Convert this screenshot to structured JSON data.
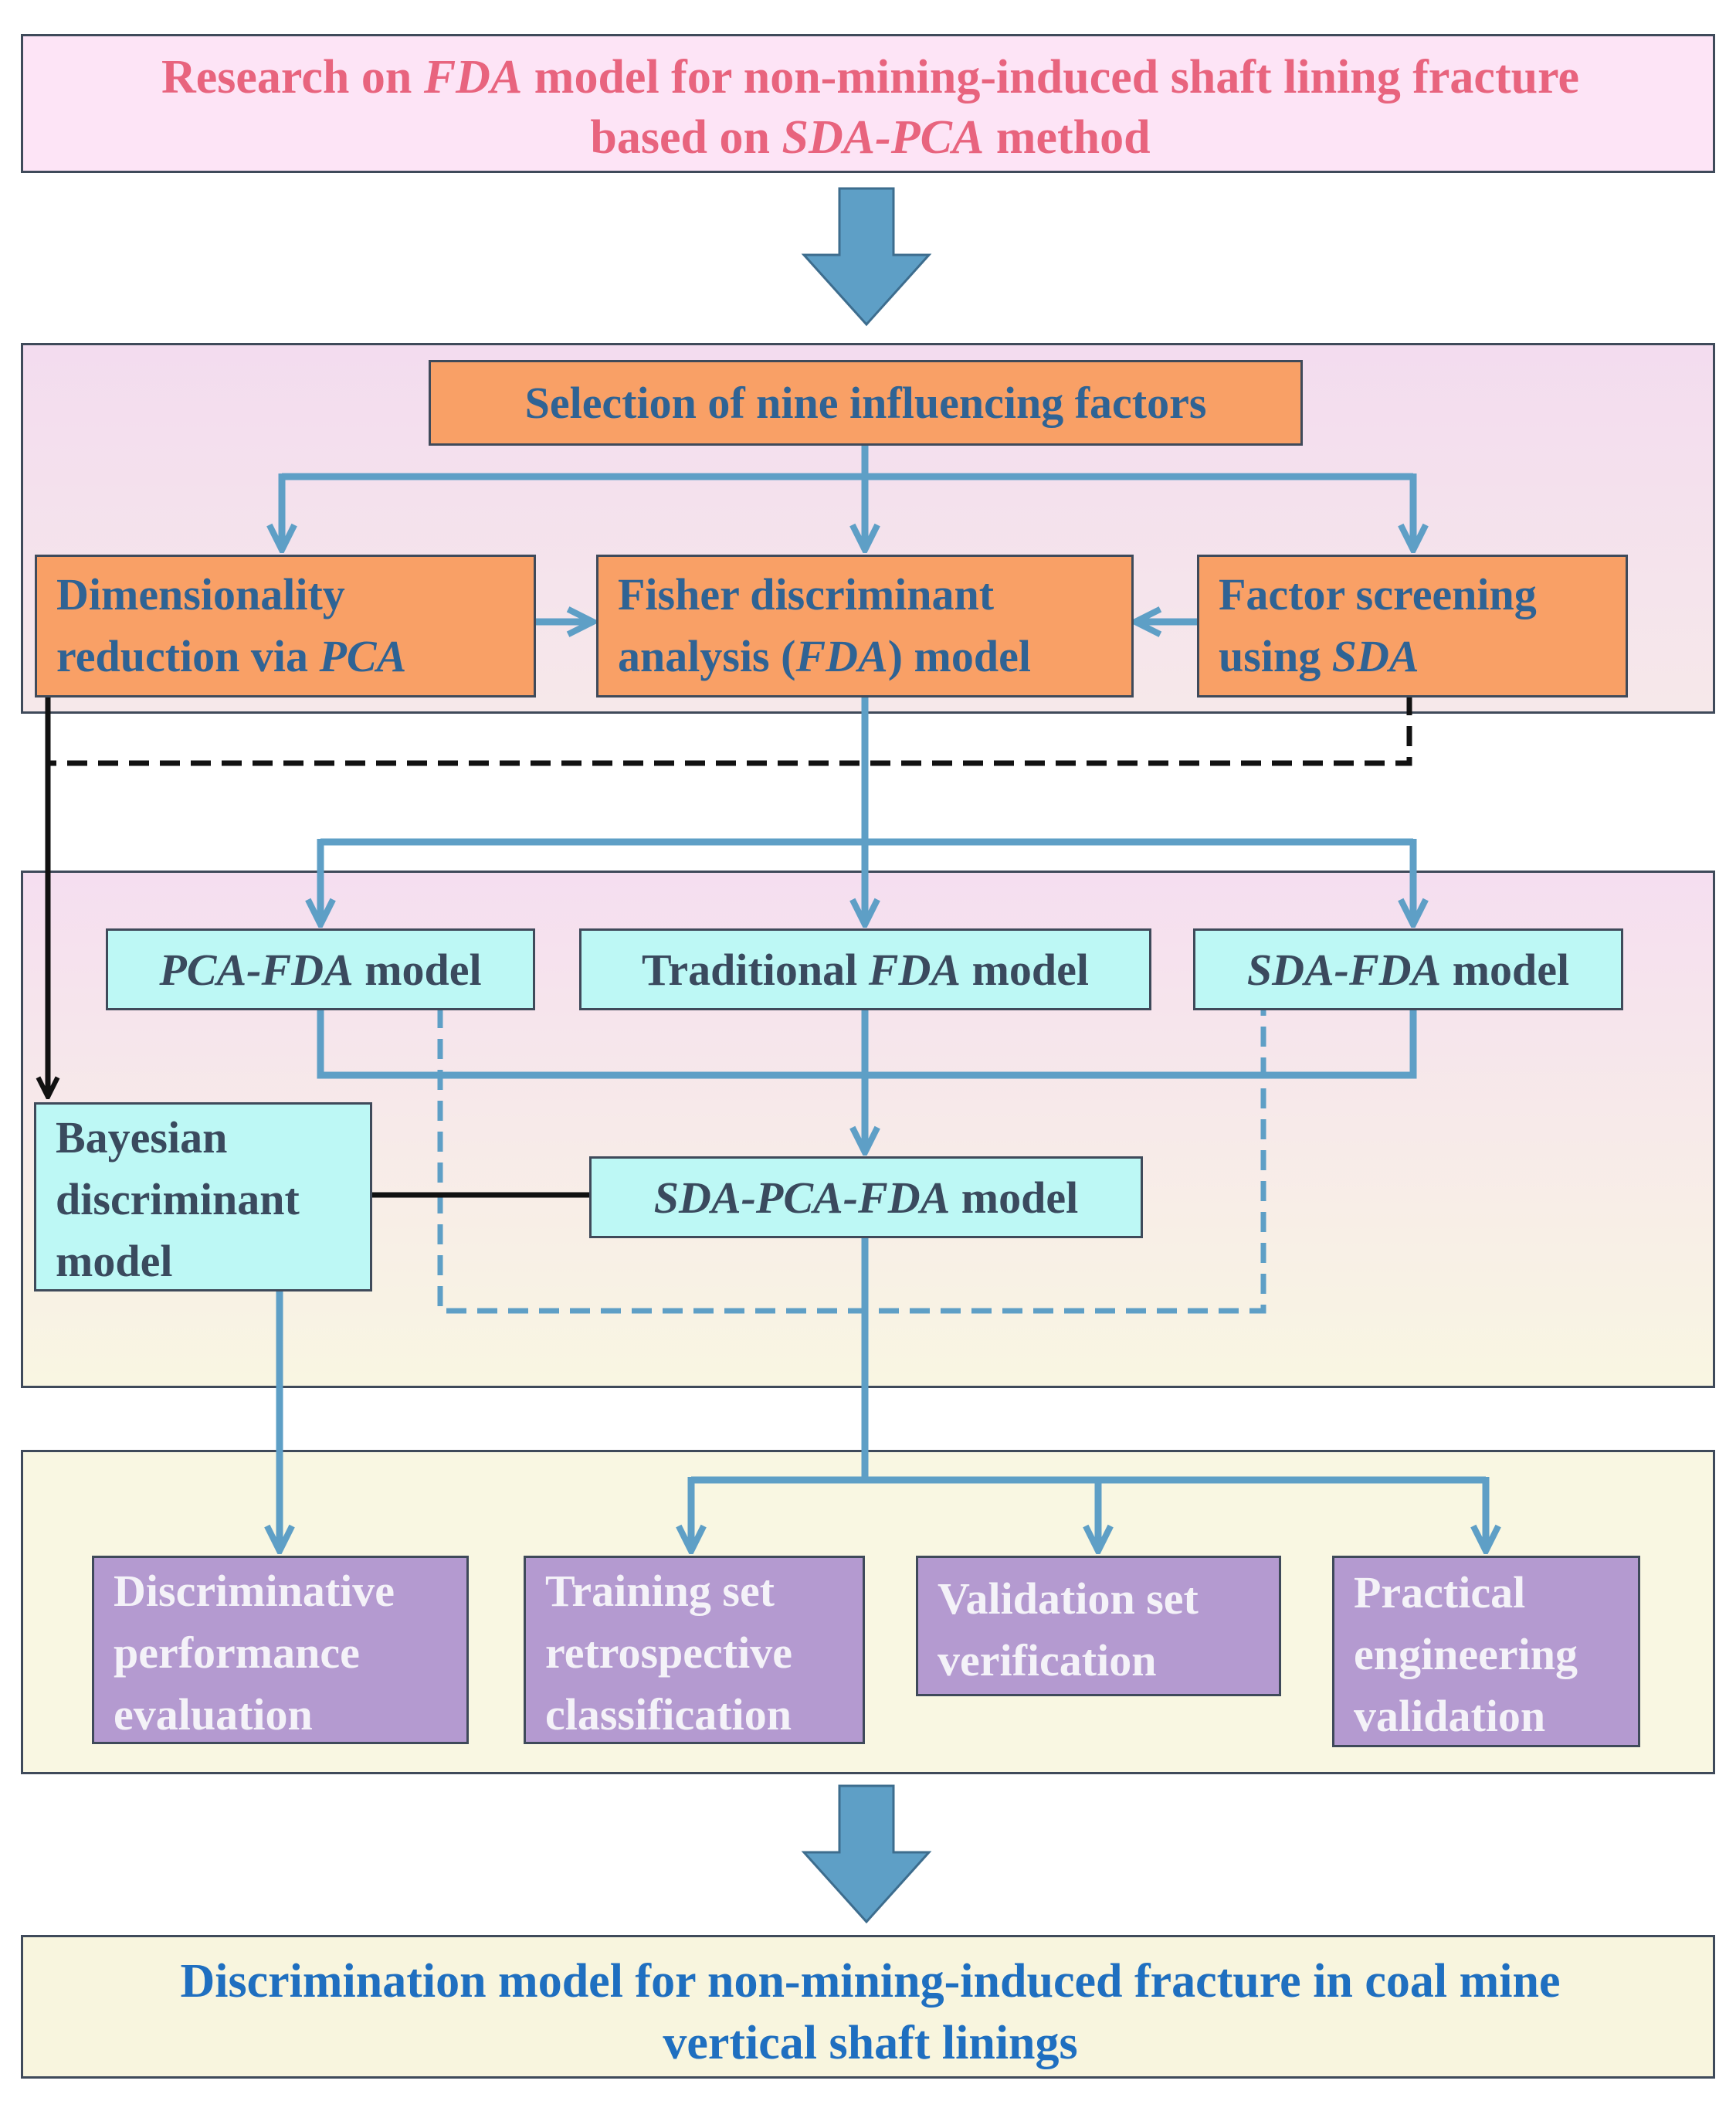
{
  "header": {
    "line1": {
      "a": "Research on ",
      "b": "FDA",
      "c": " model for non-mining-induced shaft lining fracture"
    },
    "line2": {
      "a": "based on ",
      "b": "SDA-PCA",
      "c": " method"
    }
  },
  "selection_box": {
    "label": "Selection of nine influencing factors"
  },
  "pca_box": {
    "line1": "Dimensionality",
    "line2a": "reduction via ",
    "line2b": "PCA"
  },
  "fda_box": {
    "line1": "Fisher discriminant",
    "line2a": "analysis (",
    "line2b": "FDA",
    "line2c": ") model"
  },
  "sda_box": {
    "line1": "Factor screening",
    "line2a": "using ",
    "line2b": "SDA"
  },
  "pca_fda_box": {
    "a": "PCA-FDA",
    "b": " model"
  },
  "trad_fda_box": {
    "a": "Traditional ",
    "b": "FDA",
    "c": " model"
  },
  "sda_fda_box": {
    "a": "SDA-FDA",
    "b": " model"
  },
  "bayes_box": {
    "line1": "Bayesian",
    "line2": "discriminant",
    "line3": "model"
  },
  "sda_pca_fda_box": {
    "a": "SDA-PCA-FDA",
    "b": " model"
  },
  "outputs": [
    {
      "lines": [
        "Discriminative",
        "performance",
        "evaluation"
      ]
    },
    {
      "lines": [
        "Training set",
        "retrospective",
        "classification"
      ]
    },
    {
      "lines": [
        "Validation set",
        "verification"
      ]
    },
    {
      "lines": [
        "Practical",
        "engineering",
        "validation"
      ]
    }
  ],
  "footer": {
    "line1": "Discrimination model for non-mining-induced fracture in coal mine",
    "line2": "vertical shaft linings"
  },
  "colors": {
    "header_bg": "#fde4f6",
    "header_text": "#e8647e",
    "orange_box": "#f9a066",
    "orange_text": "#2f6394",
    "cyan_box": "#bdf8f5",
    "cyan_text": "#3a4a5e",
    "purple_box": "#b49ad0",
    "purple_text": "#f4f2f8",
    "blue_arrow": "#5e9fc6",
    "footer_bg": "#f8f5de",
    "footer_text": "#1f6fc0"
  }
}
